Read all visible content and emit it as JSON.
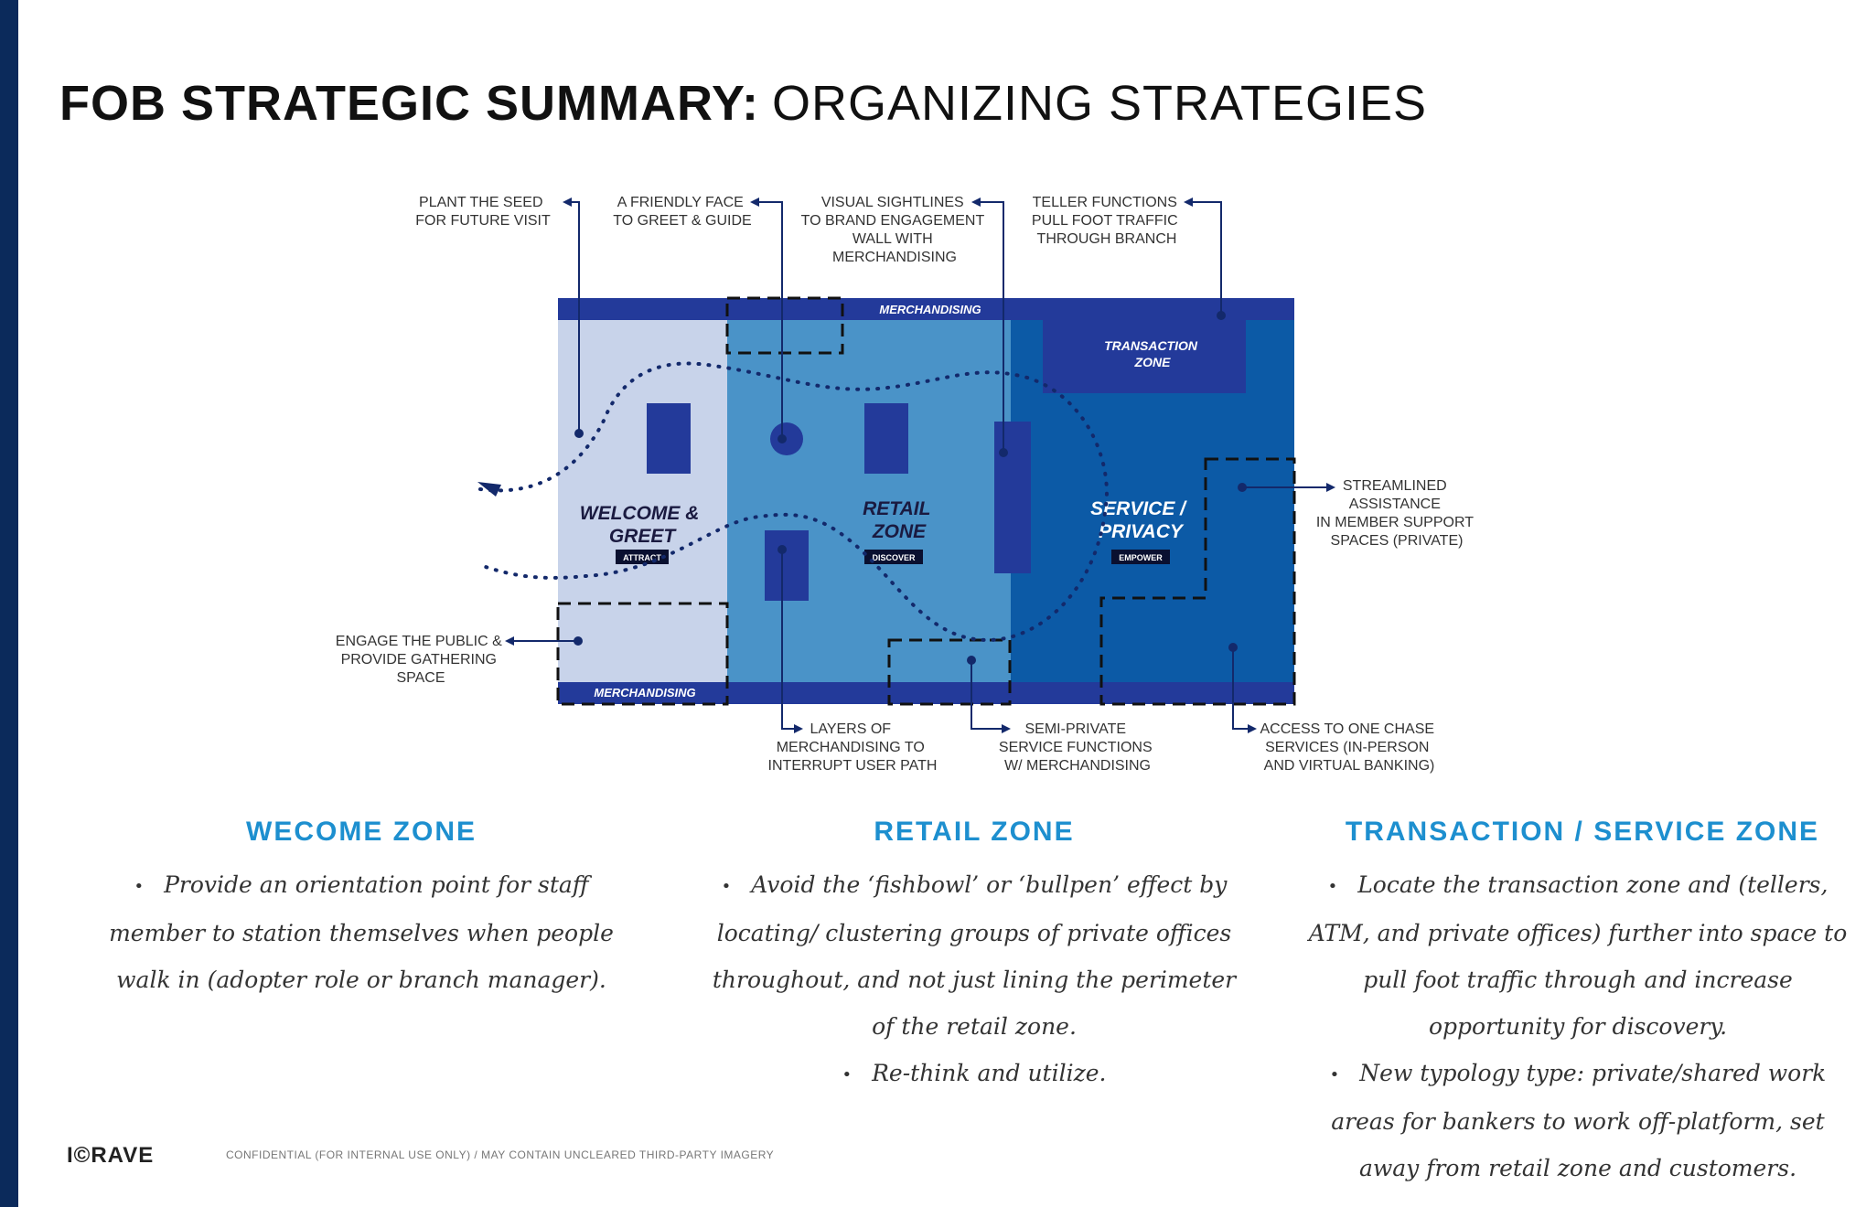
{
  "title": {
    "bold": "FOB STRATEGIC SUMMARY:",
    "light": "ORGANIZING STRATEGIES"
  },
  "diagram": {
    "merch_top": "MERCHANDISING",
    "merch_bottom": "MERCHANDISING",
    "transaction_zone": [
      "TRANSACTION",
      "ZONE"
    ],
    "zones": [
      {
        "name": [
          "WELCOME &",
          "GREET"
        ],
        "badge": "ATTRACT"
      },
      {
        "name": [
          "RETAIL",
          "ZONE"
        ],
        "badge": "DISCOVER"
      },
      {
        "name": [
          "SERVICE /",
          "PRIVACY"
        ],
        "badge": "EMPOWER"
      }
    ],
    "callouts": {
      "plant_seed": [
        "PLANT THE SEED",
        "FOR FUTURE VISIT"
      ],
      "friendly_face": [
        "A FRIENDLY FACE",
        "TO GREET & GUIDE"
      ],
      "visual_sightlines": [
        "VISUAL SIGHTLINES",
        "TO BRAND ENGAGEMENT",
        "WALL WITH",
        "MERCHANDISING"
      ],
      "teller_functions": [
        "TELLER FUNCTIONS",
        "PULL FOOT TRAFFIC",
        "THROUGH BRANCH"
      ],
      "streamlined": [
        "STREAMLINED",
        "ASSISTANCE",
        "IN MEMBER SUPPORT",
        "SPACES (PRIVATE)"
      ],
      "engage_public": [
        "ENGAGE THE PUBLIC &",
        "PROVIDE GATHERING",
        "SPACE"
      ],
      "layers": [
        "LAYERS OF",
        "MERCHANDISING TO",
        "INTERRUPT USER PATH"
      ],
      "semi_private": [
        "SEMI-PRIVATE",
        "SERVICE FUNCTIONS",
        "W/ MERCHANDISING"
      ],
      "access_chase": [
        "ACCESS TO ONE CHASE",
        "SERVICES (IN-PERSON",
        "AND VIRTUAL BANKING)"
      ]
    }
  },
  "sections": [
    {
      "heading": "WECOME ZONE",
      "bullets": [
        "Provide an orientation point for staff member to station themselves when people walk in (adopter role or branch manager)."
      ]
    },
    {
      "heading": "RETAIL ZONE",
      "bullets": [
        "Avoid the ‘fishbowl’ or ‘bullpen’ effect by locating/ clustering groups of private offices throughout, and not just lining the perimeter of the retail zone.",
        "Re-think and utilize."
      ]
    },
    {
      "heading": "TRANSACTION / SERVICE ZONE",
      "bullets": [
        "Locate the transaction zone and (tellers, ATM, and private offices) further into space to pull foot traffic through and increase opportunity for discovery.",
        "New typology type: private/shared work areas for bankers to work off-platform, set away from retail zone and customers."
      ]
    }
  ],
  "footer": {
    "logo": "I©RAVE",
    "text": "CONFIDENTIAL (FOR INTERNAL USE ONLY) / MAY CONTAIN UNCLEARED THIRD-PARTY IMAGERY"
  },
  "colors": {
    "navy_bar": "#0b2a5b",
    "welcome": "#c8d3ea",
    "retail": "#4a93c8",
    "service": "#0c5aa6",
    "merch": "#233a9a",
    "heading": "#1d8fcf"
  }
}
